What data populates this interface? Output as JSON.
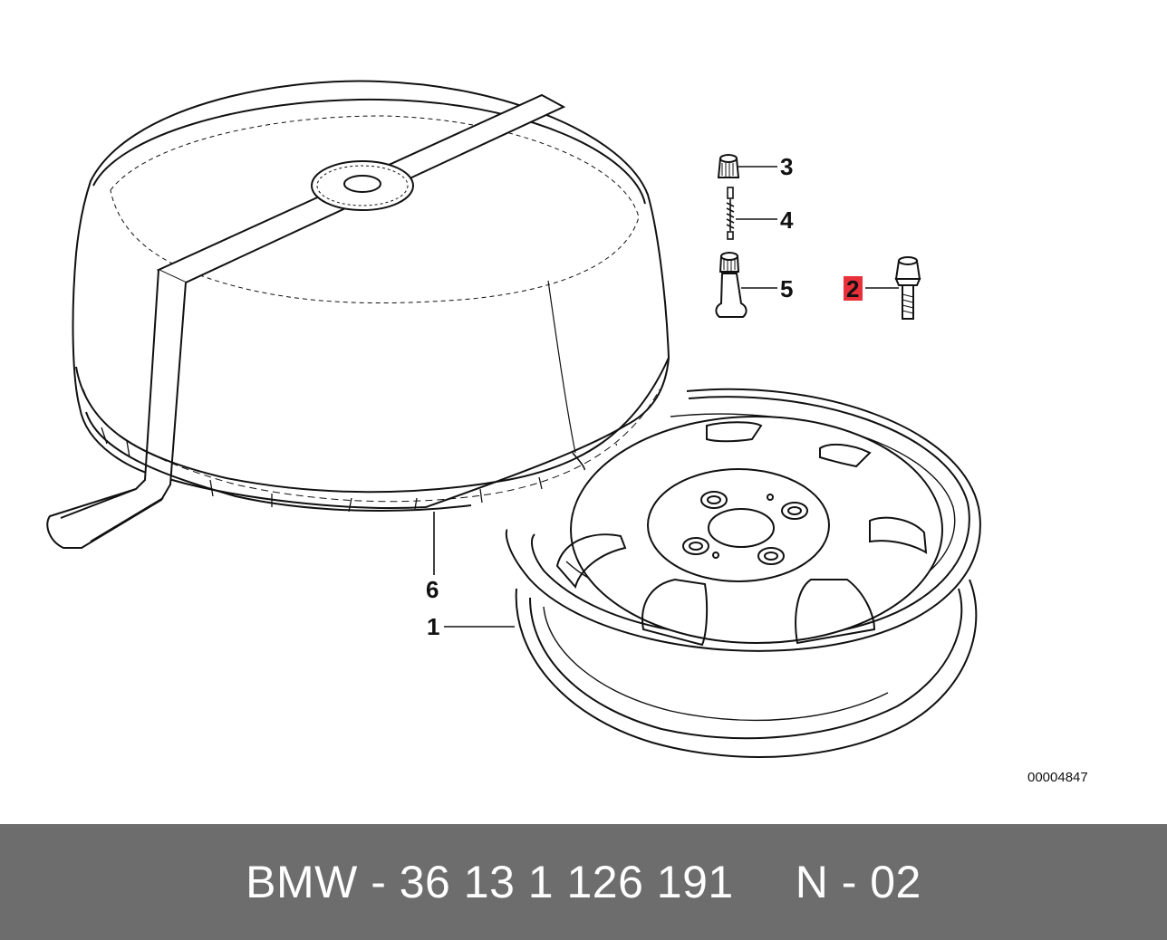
{
  "diagram": {
    "callouts": [
      {
        "id": "1",
        "label": "1",
        "highlighted": false
      },
      {
        "id": "2",
        "label": "2",
        "highlighted": true
      },
      {
        "id": "3",
        "label": "3",
        "highlighted": false
      },
      {
        "id": "4",
        "label": "4",
        "highlighted": false
      },
      {
        "id": "5",
        "label": "5",
        "highlighted": false
      },
      {
        "id": "6",
        "label": "6",
        "highlighted": false
      }
    ],
    "drawing_number": "00004847",
    "highlight_color": "#e8303a"
  },
  "footer": {
    "part_number": "BMW - 36 13 1 126 191",
    "position": "N - 02",
    "background": "#6d6d6d"
  }
}
